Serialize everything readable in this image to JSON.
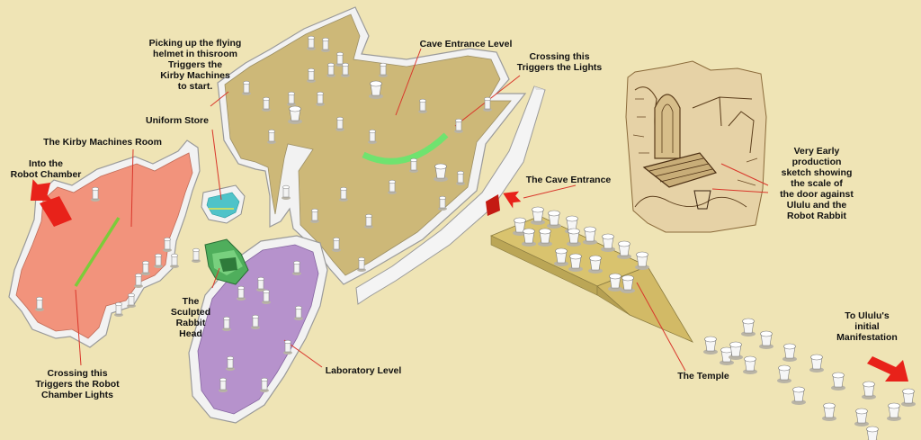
{
  "labels": {
    "flying_helmet": "Picking up the flying\nhelmet in thisroom\nTriggers the\nKirby Machines\nto start.",
    "cave_entrance_level": "Cave Entrance Level",
    "crossing_lights": "Crossing this\nTriggers the Lights",
    "uniform_store": "Uniform Store",
    "kirby_room": "The Kirby Machines Room",
    "into_robot_chamber": "Into the\nRobot Chamber",
    "cave_entrance": "The Cave Entrance",
    "production_sketch": "Very Early\nproduction\nsketch showing\nthe scale of\nthe door against\nUlulu and the\nRobot Rabbit",
    "sculpted_rabbit": "The\nSculpted\nRabbit\nHead",
    "laboratory_level": "Laboratory Level",
    "crossing_robot_lights": "Crossing this\nTriggers the Robot\nChamber Lights",
    "the_temple": "The Temple",
    "to_ululu": "To Ululu's\ninitial\nManifestation"
  },
  "colors": {
    "background": "#efe4b5",
    "cave_floor": "#cdb878",
    "kirby_floor": "#f2937c",
    "lab_floor": "#b692cc",
    "uniform_store_floor": "#4fc3c9",
    "rabbit_head": "#4fae5c",
    "trigger_green": "#6fe36f",
    "arrow_red": "#e8221a",
    "wall": "#f4f4f4",
    "temple": "#d9c36e",
    "leader_line": "#d9372b"
  }
}
